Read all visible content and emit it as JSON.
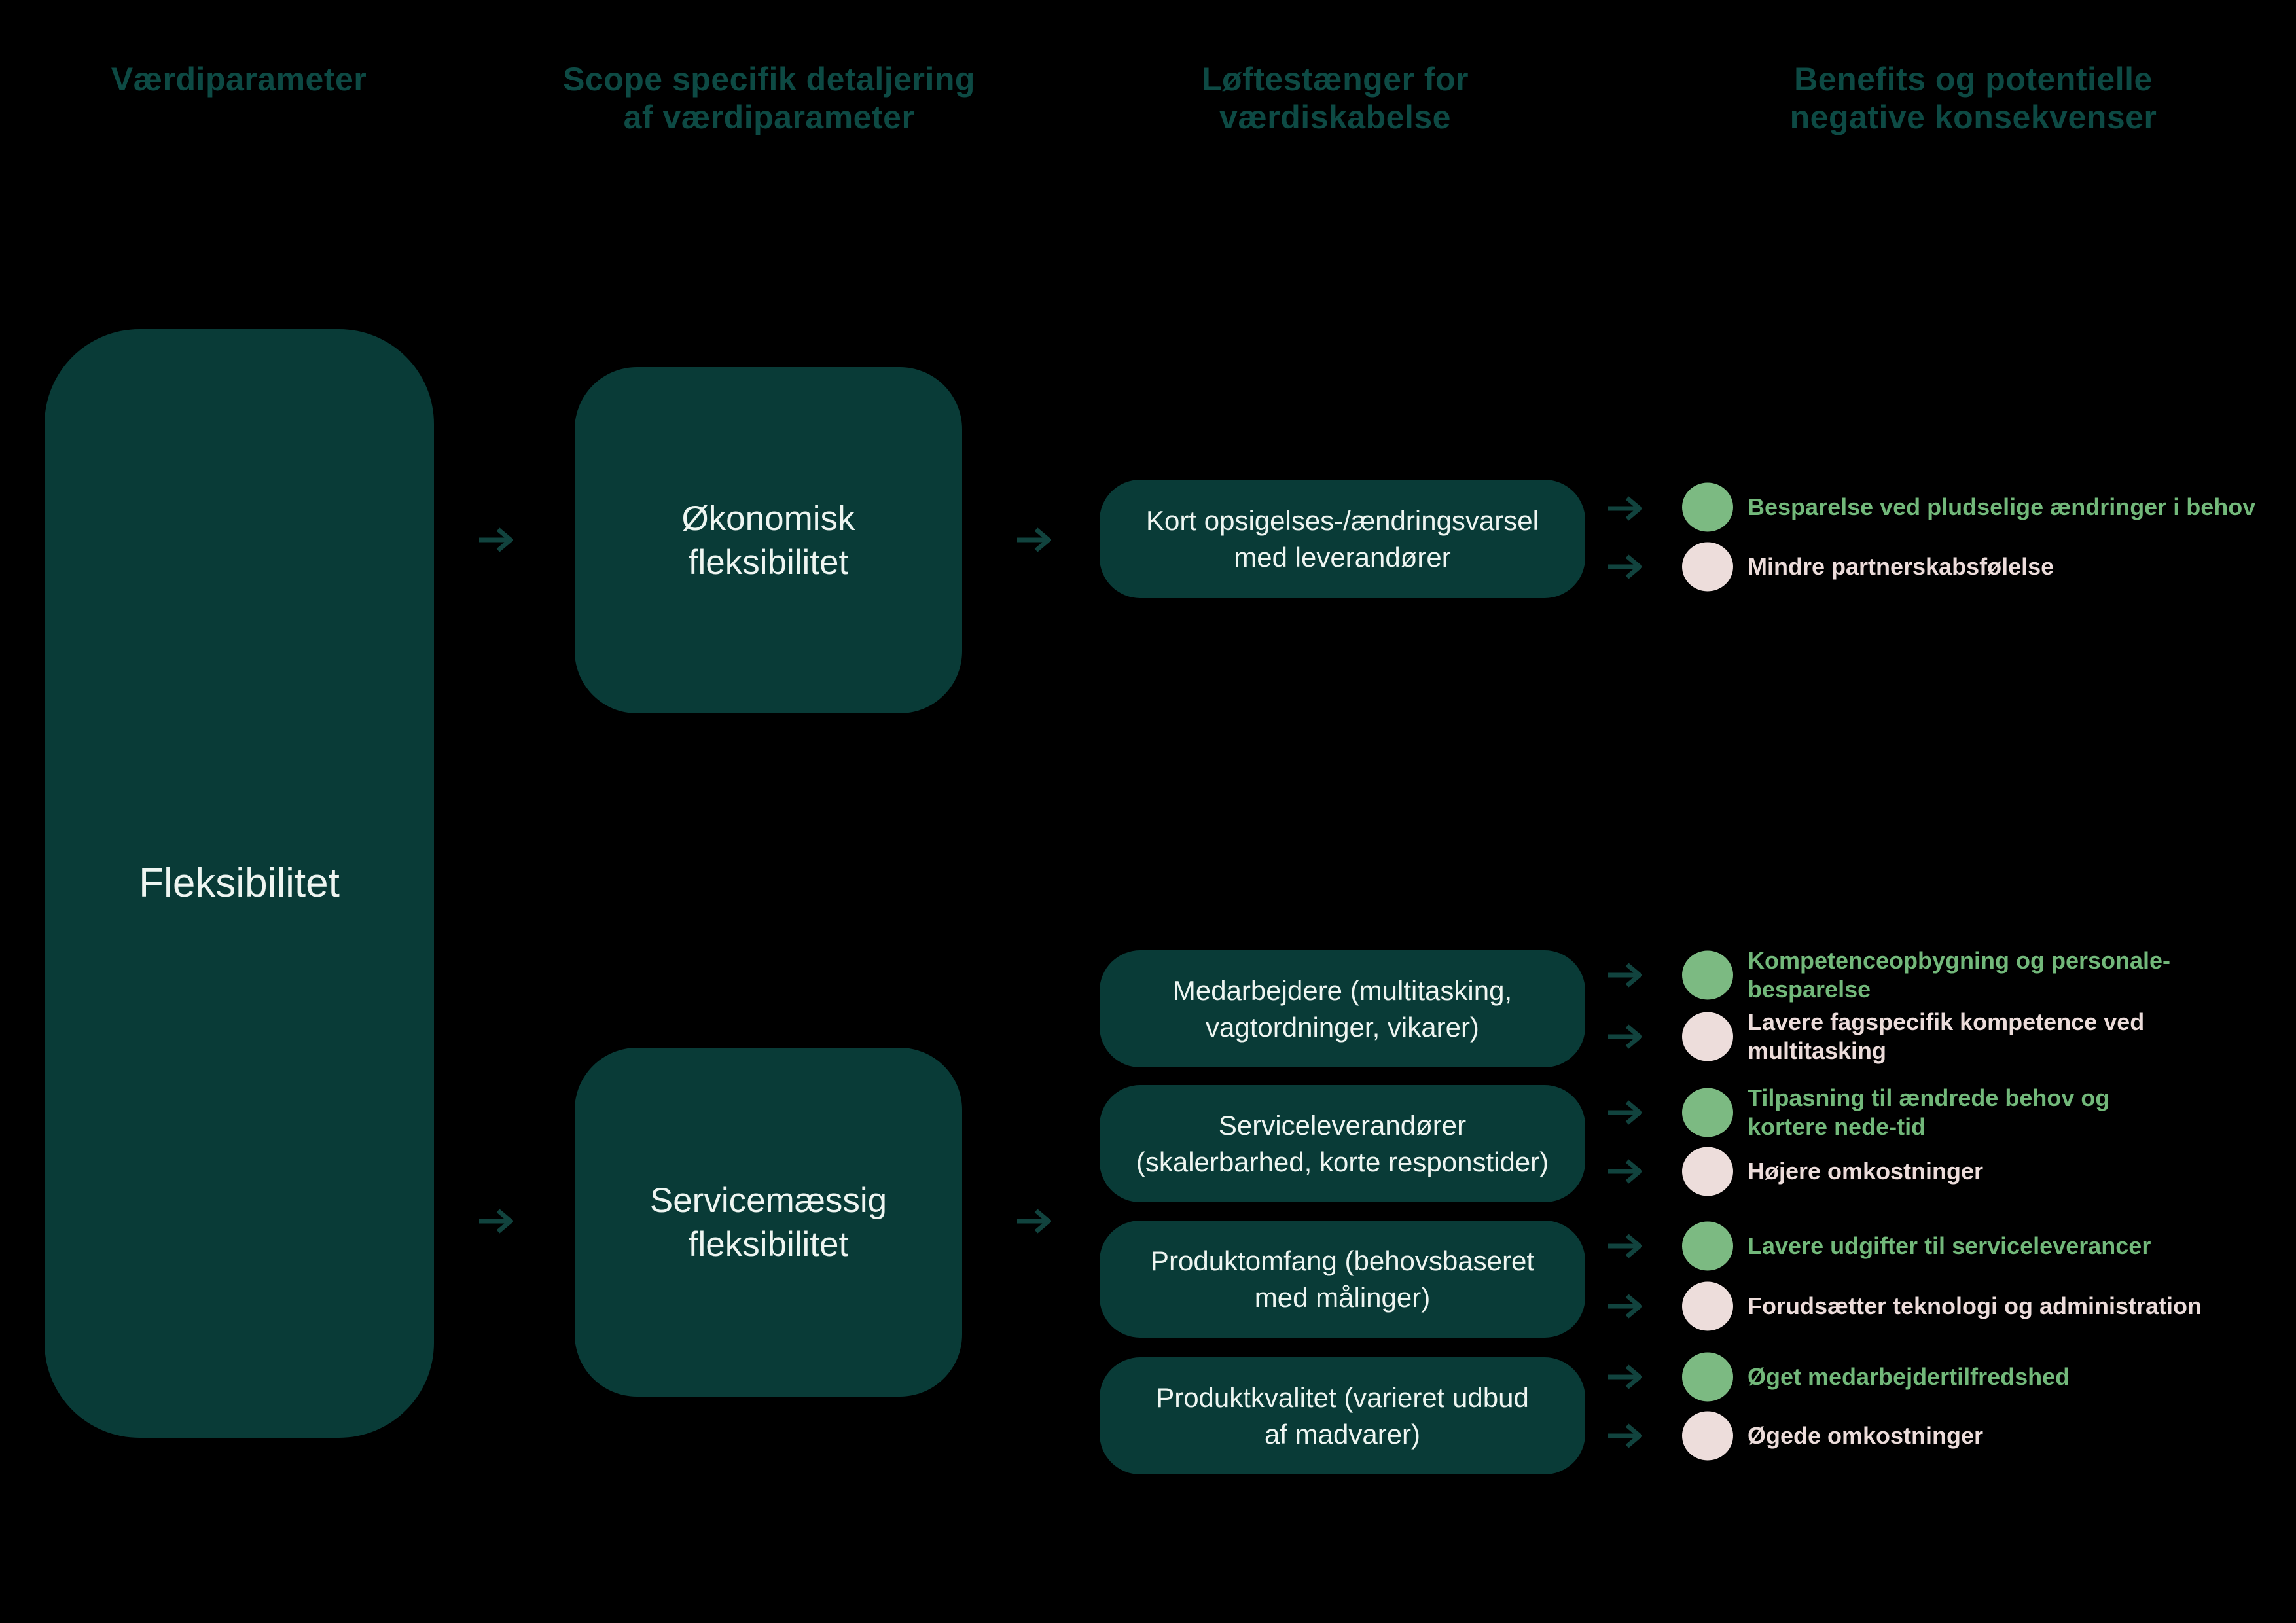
{
  "palette": {
    "background": "#000000",
    "box_fill": "#093b37",
    "box_text": "#eef5f1",
    "header_text": "#0d4a44",
    "arrow": "#11433e",
    "benefit_circle": "#7cba82",
    "benefit_text": "#72b87a",
    "negative_circle": "#eddddb",
    "negative_text": "#ecdcda"
  },
  "headers": [
    {
      "label": "Værdiparameter"
    },
    {
      "label": "Scope specifik detaljering\naf værdiparameter"
    },
    {
      "label": "Løftestænger for\nværdiskabelse"
    },
    {
      "label": "Benefits og potentielle\nnegative konsekvenser"
    }
  ],
  "value_parameter": {
    "label": "Fleksibilitet"
  },
  "scopes": [
    {
      "label": "Økonomisk\nfleksibilitet"
    },
    {
      "label": "Servicemæssig\nfleksibilitet"
    }
  ],
  "levers": [
    {
      "label": "Kort opsigelses-/ændringsvarsel\nmed leverandører"
    },
    {
      "label": "Medarbejdere (multitasking,\nvagtordninger, vikarer)"
    },
    {
      "label": "Serviceleverandører\n(skalerbarhed, korte responstider)"
    },
    {
      "label": "Produktomfang (behovsbaseret\nmed målinger)"
    },
    {
      "label": "Produktkvalitet (varieret udbud\naf madvarer)"
    }
  ],
  "outcomes": [
    {
      "kind": "benefit",
      "label": "Besparelse ved pludselige ændringer i behov"
    },
    {
      "kind": "negative",
      "label": "Mindre partnerskabsfølelse"
    },
    {
      "kind": "benefit",
      "label": "Kompetenceopbygning og personale-\nbesparelse"
    },
    {
      "kind": "negative",
      "label": "Lavere fagspecifik kompetence ved\nmultitasking"
    },
    {
      "kind": "benefit",
      "label": "Tilpasning til ændrede behov og\nkortere nede-tid"
    },
    {
      "kind": "negative",
      "label": "Højere omkostninger"
    },
    {
      "kind": "benefit",
      "label": "Lavere udgifter til serviceleverancer"
    },
    {
      "kind": "negative",
      "label": "Forudsætter teknologi og administration"
    },
    {
      "kind": "benefit",
      "label": "Øget medarbejdertilfredshed"
    },
    {
      "kind": "negative",
      "label": "Øgede omkostninger"
    }
  ]
}
